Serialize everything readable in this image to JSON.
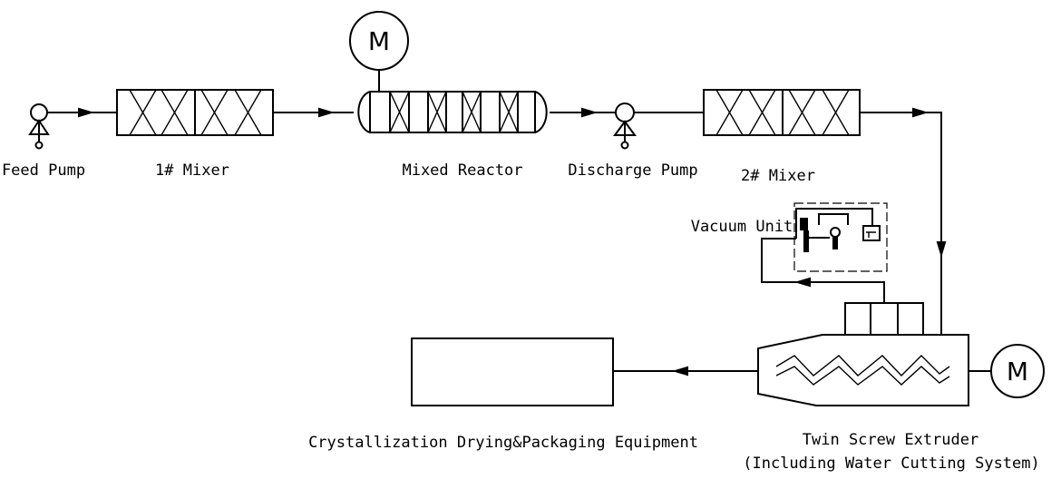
{
  "diagram": {
    "type": "process-flow",
    "equipment": {
      "feed_pump": "Feed Pump",
      "mixer_1": "1# Mixer",
      "mixed_reactor": "Mixed Reactor",
      "discharge_pump": "Discharge Pump",
      "mixer_2": "2# Mixer",
      "vacuum_unit": "Vacuum Unit",
      "extruder_line1": "Twin Screw Extruder",
      "extruder_line2": "(Including Water Cutting System)",
      "packaging": "Crystallization Drying&Packaging Equipment"
    },
    "motor_symbol": "M",
    "flow": [
      {
        "from": "Feed Pump",
        "to": "1# Mixer"
      },
      {
        "from": "1# Mixer",
        "to": "Mixed Reactor"
      },
      {
        "from": "Mixed Reactor",
        "to": "Discharge Pump"
      },
      {
        "from": "Discharge Pump",
        "to": "2# Mixer"
      },
      {
        "from": "2# Mixer",
        "to": "Twin Screw Extruder"
      },
      {
        "from": "Twin Screw Extruder",
        "to": "Vacuum Unit"
      },
      {
        "from": "Twin Screw Extruder",
        "to": "Crystallization Drying&Packaging Equipment"
      }
    ],
    "line_color": "#000000",
    "background": "#ffffff"
  }
}
